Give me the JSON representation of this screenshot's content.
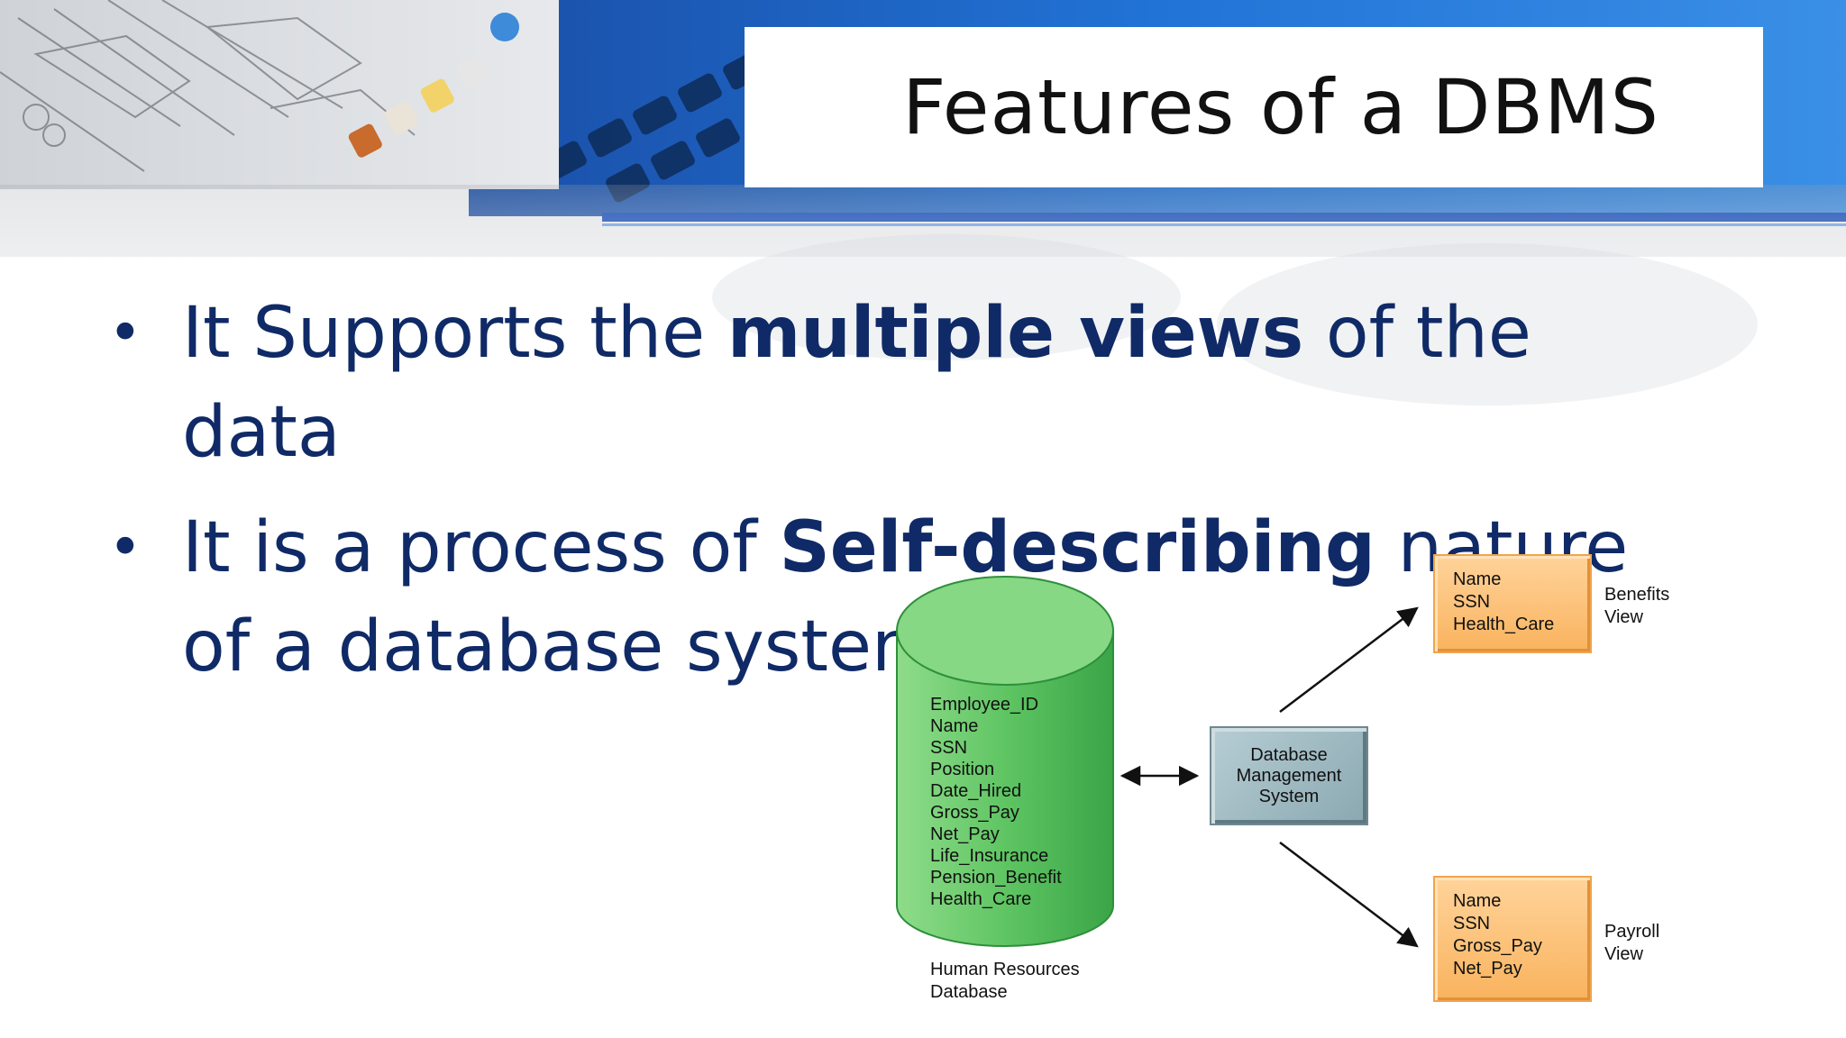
{
  "slide": {
    "title": "Features of a DBMS",
    "bullets": [
      {
        "pre": "It Supports the ",
        "bold": "multiple views",
        "post": " of the data"
      },
      {
        "pre": "It is a process of ",
        "bold": "Self-describing",
        "post": " nature of a database system"
      }
    ]
  },
  "diagram": {
    "database_fields": [
      "Employee_ID",
      "Name",
      "SSN",
      "Position",
      "Date_Hired",
      "Gross_Pay",
      "Net_Pay",
      "Life_Insurance",
      "Pension_Benefit",
      "Health_Care"
    ],
    "database_caption": [
      "Human Resources",
      "Database"
    ],
    "dbms_label": [
      "Database",
      "Management",
      "System"
    ],
    "views": [
      {
        "fields": [
          "Name",
          "SSN",
          "Health_Care"
        ],
        "label": [
          "Benefits",
          "View"
        ]
      },
      {
        "fields": [
          "Name",
          "SSN",
          "Gross_Pay",
          "Net_Pay"
        ],
        "label": [
          "Payroll",
          "View"
        ]
      }
    ]
  },
  "colors": {
    "bullet_text": "#0f2a66",
    "header_blue": "#1e63c6",
    "cylinder_green": "#4fbb5c",
    "view_orange": "#f9b35e",
    "dbms_gray": "#9bb5bd"
  }
}
